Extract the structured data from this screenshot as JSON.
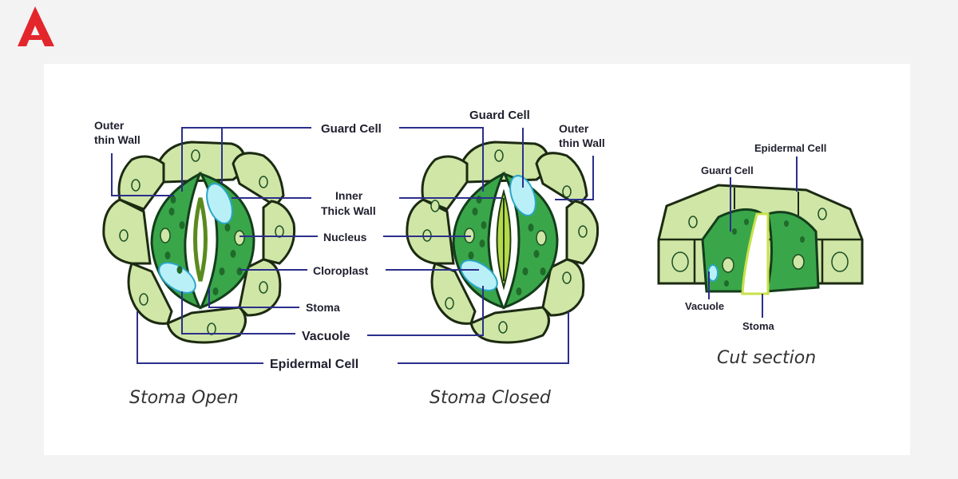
{
  "logo": {
    "icon": "a-letter-logo-icon",
    "color": "#e3262c"
  },
  "labels": {
    "guard_cell_open": "Guard Cell",
    "guard_cell_closed": "Guard Cell",
    "outer_thin_wall_left": [
      "Outer",
      "thin Wall"
    ],
    "outer_thin_wall_right": [
      "Outer",
      "thin Wall"
    ],
    "inner_thick_wall": [
      "Inner",
      "Thick Wall"
    ],
    "nucleus": "Nucleus",
    "cloroplast": "Cloroplast",
    "stoma": "Stoma",
    "vacuole": "Vacuole",
    "epidermal_cell": "Epidermal Cell"
  },
  "cut_section_labels": {
    "epidermal_cell": "Epidermal Cell",
    "guard_cell": "Guard Cell",
    "vacuole": "Vacuole",
    "stoma": "Stoma"
  },
  "captions": {
    "open": "Stoma Open",
    "closed": "Stoma Closed",
    "cut": "Cut section"
  },
  "colors": {
    "epidermal": "#cfe6a6",
    "guard": "#3aa64a",
    "vacuole": "#b9f0f8",
    "leader_line": "#2b2f8a"
  }
}
